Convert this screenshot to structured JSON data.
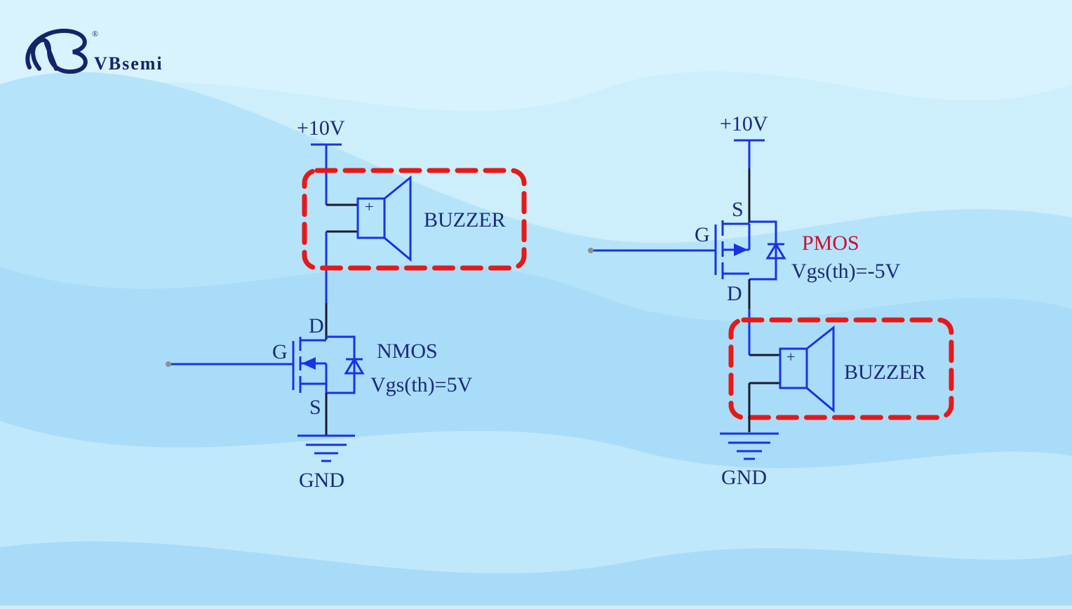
{
  "brand": {
    "name": "VBsemi",
    "registered_mark": "®"
  },
  "colors": {
    "background": "#cfeefb",
    "wire": "#1733e6",
    "highlight": "#e61919",
    "label": "#1b2a7a",
    "pmos_label": "#c8102e"
  },
  "left_circuit": {
    "supply": "+10V",
    "buzzer_label": "BUZZER",
    "buzzer_plus": "+",
    "pin_d": "D",
    "pin_g": "G",
    "pin_s": "S",
    "transistor_type": "NMOS",
    "threshold": "Vgs(th)=5V",
    "ground": "GND"
  },
  "right_circuit": {
    "supply": "+10V",
    "pin_s": "S",
    "pin_g": "G",
    "pin_d": "D",
    "transistor_type": "PMOS",
    "threshold": "Vgs(th)=-5V",
    "buzzer_plus": "+",
    "buzzer_label": "BUZZER",
    "ground": "GND"
  }
}
